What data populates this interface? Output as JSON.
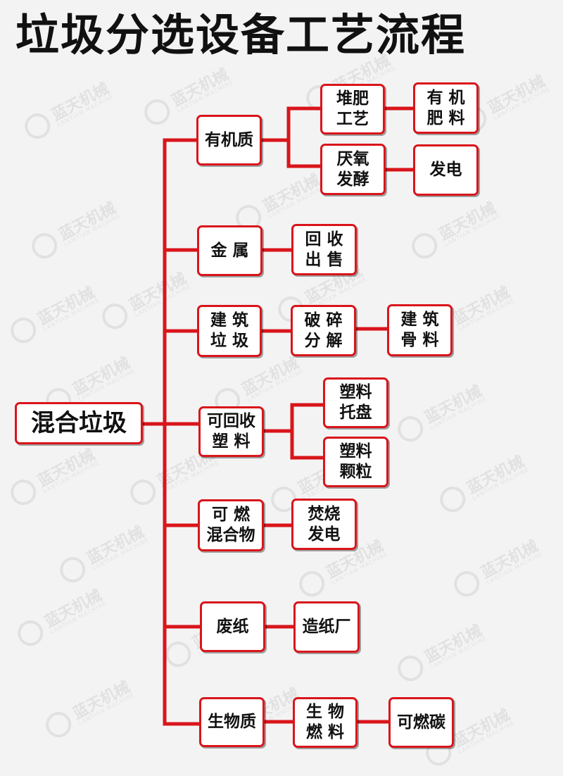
{
  "title": "垃圾分选设备工艺流程",
  "watermark": {
    "brand": "蓝天机械",
    "brand_en": "LANTIAN MACHINE"
  },
  "colors": {
    "line": "#d9151b",
    "border": "#d9151b",
    "text": "#111111",
    "background": "#f3f3f3"
  },
  "root": "混合垃圾",
  "categories": {
    "organic": "有机质",
    "metal": "金 属",
    "construction": "建 筑\n垃 圾",
    "plastic": "可回收\n塑 料",
    "combustible": "可 燃\n混合物",
    "paper": "废纸",
    "biomass": "生物质"
  },
  "processes": {
    "compost": "堆肥\n工艺",
    "anaerobic": "厌氧\n发酵",
    "recycle_sell": "回 收\n出 售",
    "crush": "破 碎\n分 解",
    "pallet": "塑料\n托盘",
    "granule": "塑料\n颗粒",
    "incinerate": "焚烧\n发电",
    "paper_mill": "造纸厂",
    "biofuel": "生 物\n燃 料"
  },
  "products": {
    "fertilizer": "有 机\n肥 料",
    "power": "发电",
    "aggregate": "建 筑\n骨 料",
    "charcoal": "可燃碳"
  }
}
